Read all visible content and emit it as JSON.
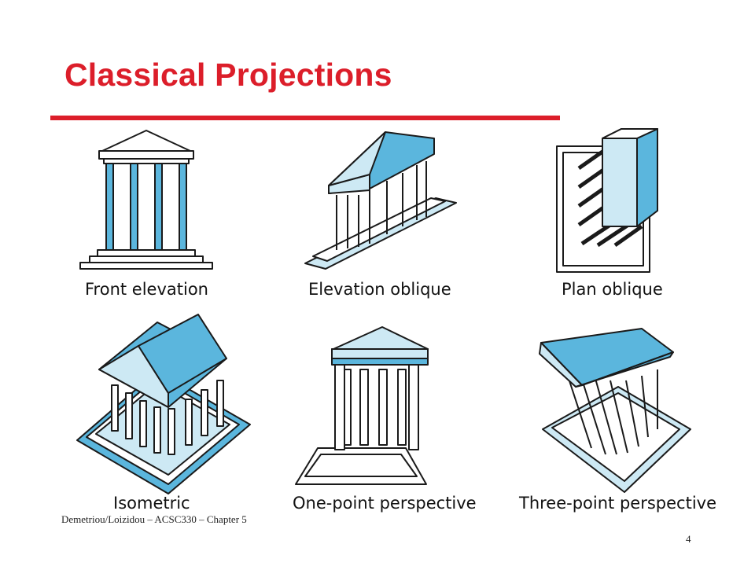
{
  "slide": {
    "title": "Classical Projections",
    "footer": "Demetriou/Loizidou – ACSC330 – Chapter 5",
    "page_number": "4"
  },
  "projections": [
    {
      "caption": "Front elevation"
    },
    {
      "caption": "Elevation oblique"
    },
    {
      "caption": "Plan oblique"
    },
    {
      "caption": "Isometric"
    },
    {
      "caption": "One-point perspective"
    },
    {
      "caption": "Three-point perspective"
    }
  ],
  "colors": {
    "title": "#dc1e2a",
    "face_light": "#cde9f4",
    "face_mid": "#5bb6dd",
    "outline": "#1a1a1a"
  }
}
